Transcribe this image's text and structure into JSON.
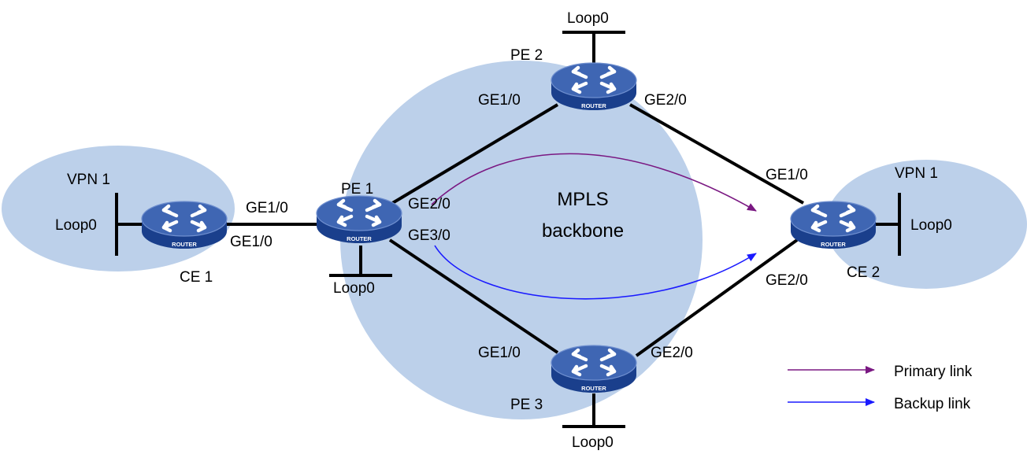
{
  "colors": {
    "cloud": "#bcd0ea",
    "router_top": "#3f66b3",
    "router_side": "#1a3f8c",
    "link": "#000000",
    "primary": "#7a1882",
    "backup": "#1a1aff"
  },
  "icons": {
    "router": "router-icon",
    "arrow": "arrow-icon"
  },
  "regions": {
    "vpn1_left": "VPN 1",
    "vpn1_right": "VPN 1",
    "backbone_line1": "MPLS",
    "backbone_line2": "backbone"
  },
  "routers": {
    "pe1": {
      "name": "PE 1",
      "badge": "ROUTER",
      "loop": "Loop0",
      "if_ce": "GE1/0",
      "if_pe2": "GE2/0",
      "if_pe3": "GE3/0"
    },
    "pe2": {
      "name": "PE 2",
      "badge": "ROUTER",
      "loop": "Loop0",
      "if_pe1": "GE1/0",
      "if_ce2": "GE2/0"
    },
    "pe3": {
      "name": "PE 3",
      "badge": "ROUTER",
      "loop": "Loop0",
      "if_pe1": "GE1/0",
      "if_ce2": "GE2/0"
    },
    "ce1": {
      "name": "CE 1",
      "badge": "ROUTER",
      "loop": "Loop0",
      "if_pe1": "GE1/0"
    },
    "ce2": {
      "name": "CE 2",
      "badge": "ROUTER",
      "loop": "Loop0",
      "if_pe2": "GE1/0",
      "if_pe3": "GE2/0"
    }
  },
  "legend": {
    "primary": "Primary link",
    "backup": "Backup link"
  }
}
